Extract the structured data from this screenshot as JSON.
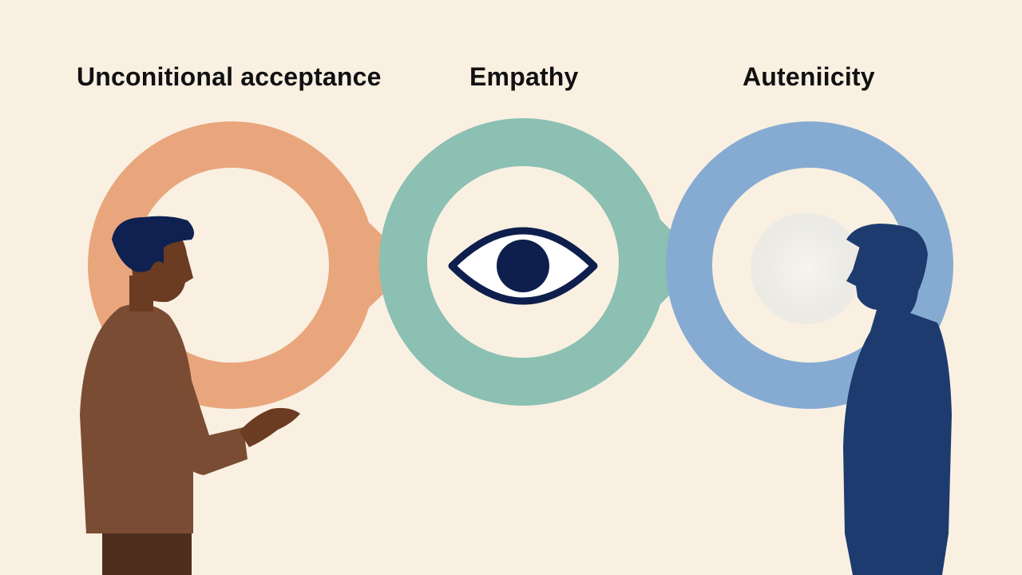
{
  "labels": {
    "acceptance": "Unconitional acceptance",
    "empathy": "Empathy",
    "authenticity": "Auteniicity"
  },
  "colors": {
    "background": "#f9f0e2",
    "ring_acceptance": "#e9a67d",
    "ring_empathy": "#8bc0b3",
    "ring_authenticity": "#86abd2",
    "person_left_shirt": "#7a4c33",
    "person_left_skin": "#6b3b22",
    "person_left_hair": "#0e2150",
    "person_right": "#1d3b6e",
    "eye": "#0e1f4d"
  },
  "icons": [
    "eye-icon",
    "glow-orb-icon"
  ]
}
